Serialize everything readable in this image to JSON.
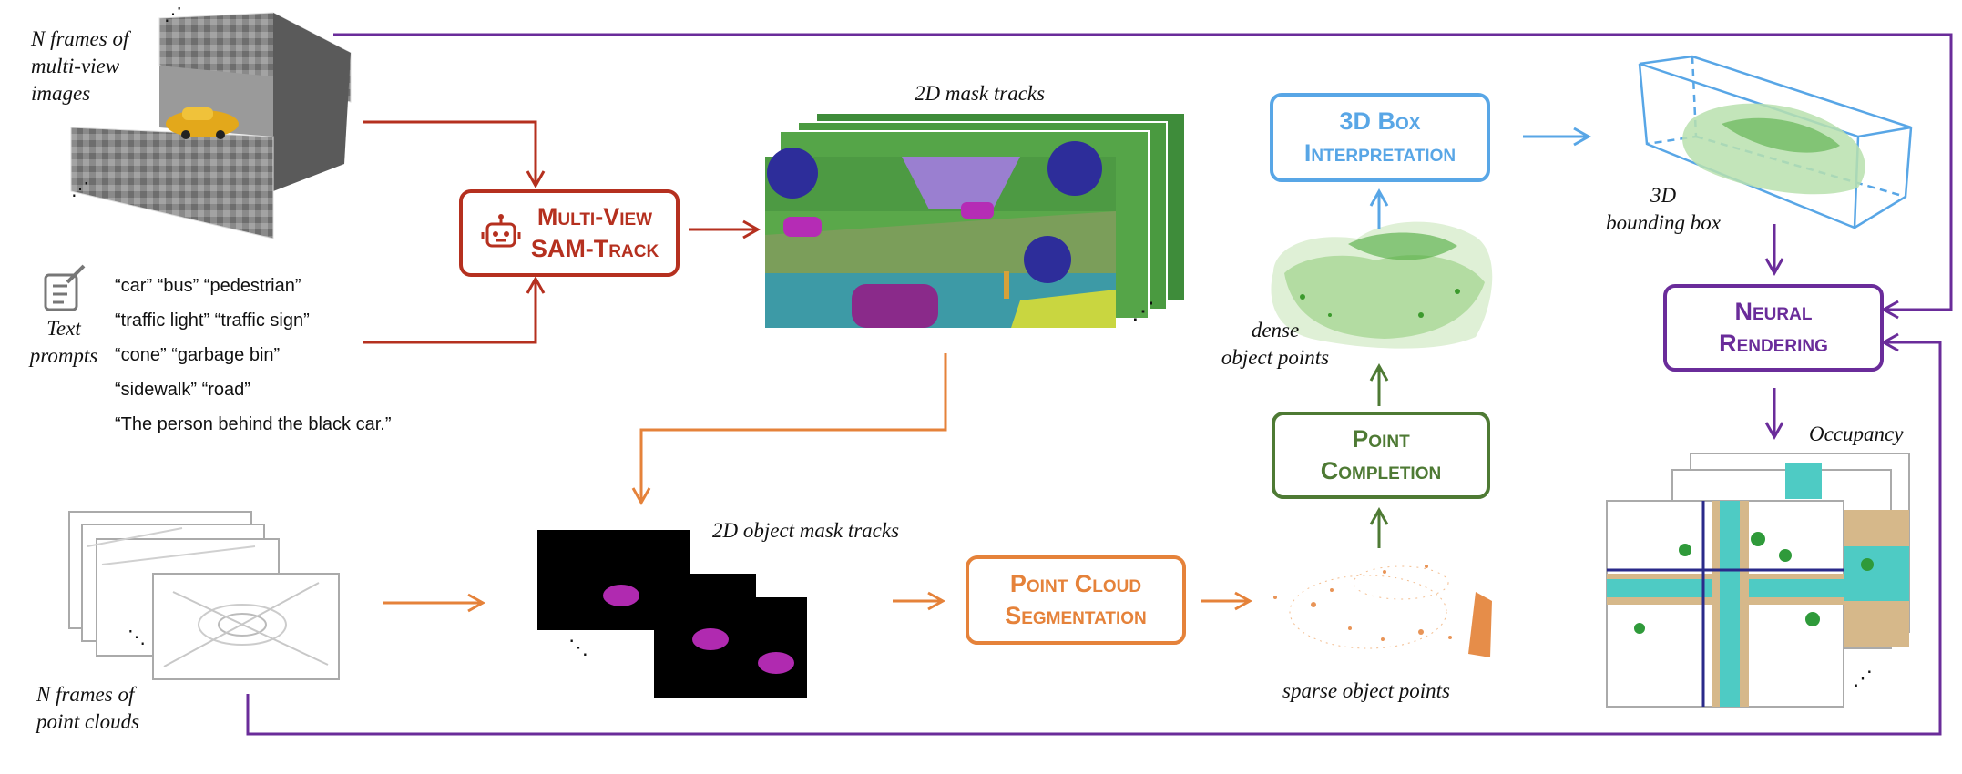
{
  "colors": {
    "red": "#b5301f",
    "orange": "#e5823a",
    "green": "#4e7a34",
    "blue": "#58a6e6",
    "purple": "#6a2c9a"
  },
  "labels": {
    "nframes_images": [
      "N frames of",
      "multi-view",
      "images"
    ],
    "text_prompts": [
      "Text",
      "prompts"
    ],
    "mask_tracks": "2D mask tracks",
    "object_mask_tracks": "2D object mask tracks",
    "nframes_points": [
      "N  frames of",
      "point clouds"
    ],
    "dense_points": [
      "dense",
      "object points"
    ],
    "sparse_points": "sparse object points",
    "bbox": [
      "3D",
      "bounding box"
    ],
    "occupancy": "Occupancy"
  },
  "prompts": [
    "“car”  “bus”  “pedestrian”",
    "“traffic light”  “traffic sign”",
    "“cone”  “garbage bin”",
    "“sidewalk” “road”",
    "“The person behind the black car.”"
  ],
  "modules": {
    "samtrack": [
      "Multi-View",
      "SAM-Track"
    ],
    "pcseg": [
      "Point Cloud",
      "Segmentation"
    ],
    "completion": [
      "Point",
      "Completion"
    ],
    "box3d": [
      "3D Box",
      "Interpretation"
    ],
    "neural": [
      "Neural",
      "Rendering"
    ]
  },
  "icons": [
    "robot-icon",
    "document-edit-icon",
    "ellipsis-icon"
  ]
}
